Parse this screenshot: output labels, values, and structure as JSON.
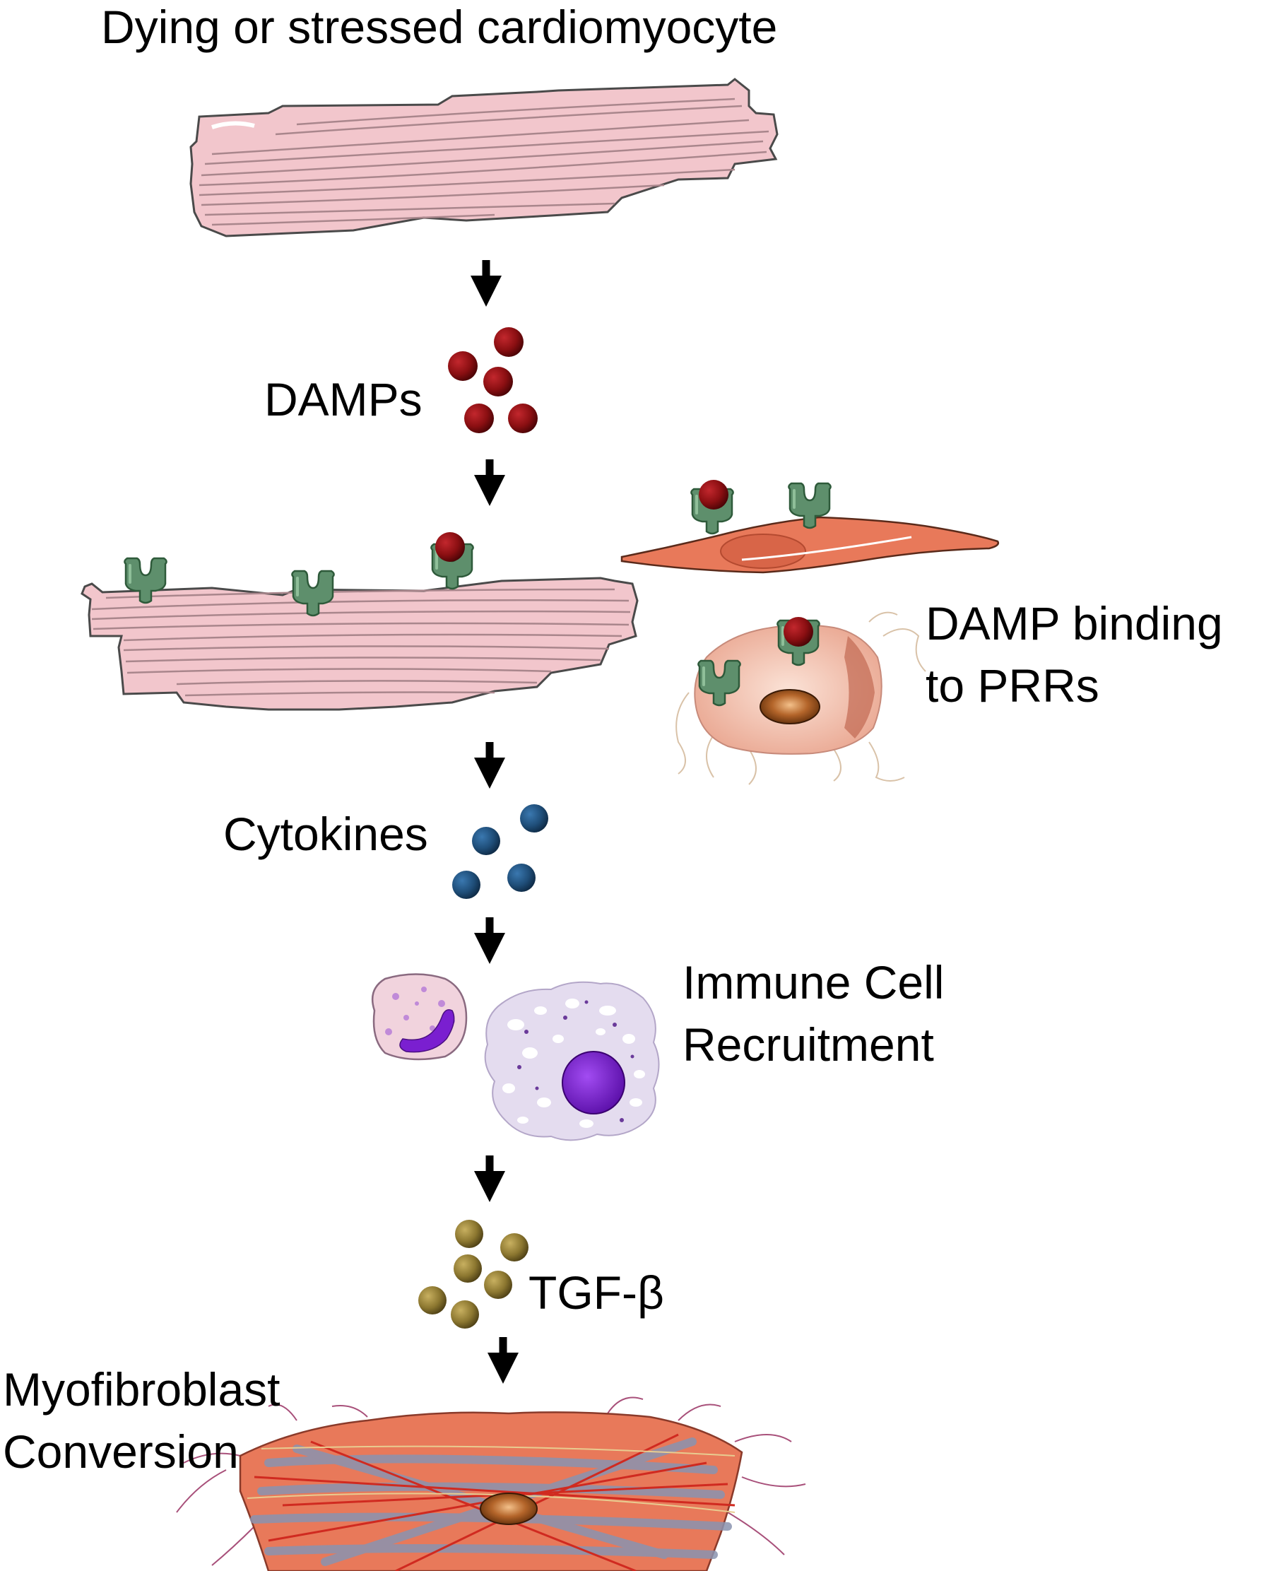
{
  "labels": {
    "top": "Dying or stressed cardiomyocyte",
    "damps": "DAMPs",
    "binding": "DAMP binding\nto PRRs",
    "cytokines": "Cytokines",
    "immune": "Immune Cell\nRecruitment",
    "tgf": "TGF-β",
    "myofibroblast": "Myofibroblast\nConversion"
  },
  "colors": {
    "cardiomyocyte": "#f2c6cc",
    "damp": "#8b0f12",
    "receptor": "#5e8f6c",
    "fibroblast": "#e8795a",
    "cytokine": "#1f4e79",
    "tgf_beta": "#8c7730",
    "nucleus": "#7a3f10",
    "immune_nucleus": "#7a1fd0"
  },
  "icons": [
    "down-arrow-icon",
    "receptor-icon",
    "damp-particle-icon",
    "cytokine-particle-icon",
    "tgf-beta-particle-icon"
  ]
}
